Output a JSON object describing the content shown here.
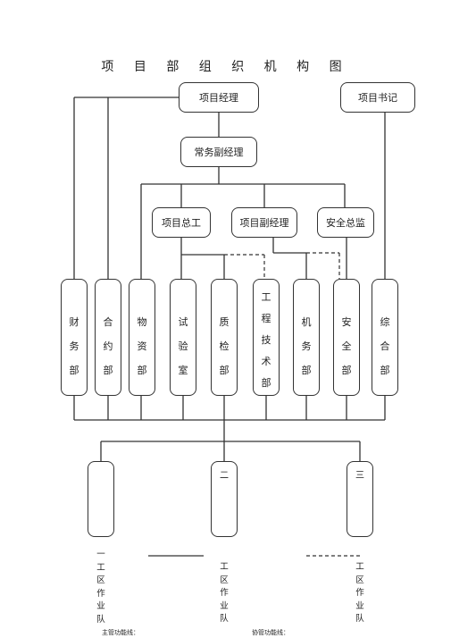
{
  "title": "项 目 部 组 织 机 构 图",
  "top_boxes": {
    "manager": "项目经理",
    "secretary": "项目书记",
    "exec_deputy": "常务副经理",
    "chief_engineer": "项目总工",
    "deputy_manager": "项目副经理",
    "safety_director": "安全总监"
  },
  "departments": [
    [
      "财",
      "务",
      "部"
    ],
    [
      "合",
      "约",
      "部"
    ],
    [
      "物",
      "资",
      "部"
    ],
    [
      "试",
      "验",
      "室"
    ],
    [
      "质",
      "检",
      "部"
    ],
    [
      "工",
      "程",
      "技",
      "术",
      "部"
    ],
    [
      "机",
      "务",
      "部"
    ],
    [
      "安",
      "全",
      "部"
    ],
    [
      "综",
      "合",
      "部"
    ]
  ],
  "work_areas": {
    "box_labels": [
      "",
      "二",
      "三"
    ],
    "captions": [
      [
        "一",
        "工",
        "区",
        "作",
        "业",
        "队"
      ],
      [
        "工",
        "区",
        "作",
        "业",
        "队"
      ],
      [
        "工",
        "区",
        "作",
        "业",
        "队"
      ]
    ]
  },
  "legend": {
    "main_line": "主管功能线：",
    "assist_line": "协管功能线："
  }
}
